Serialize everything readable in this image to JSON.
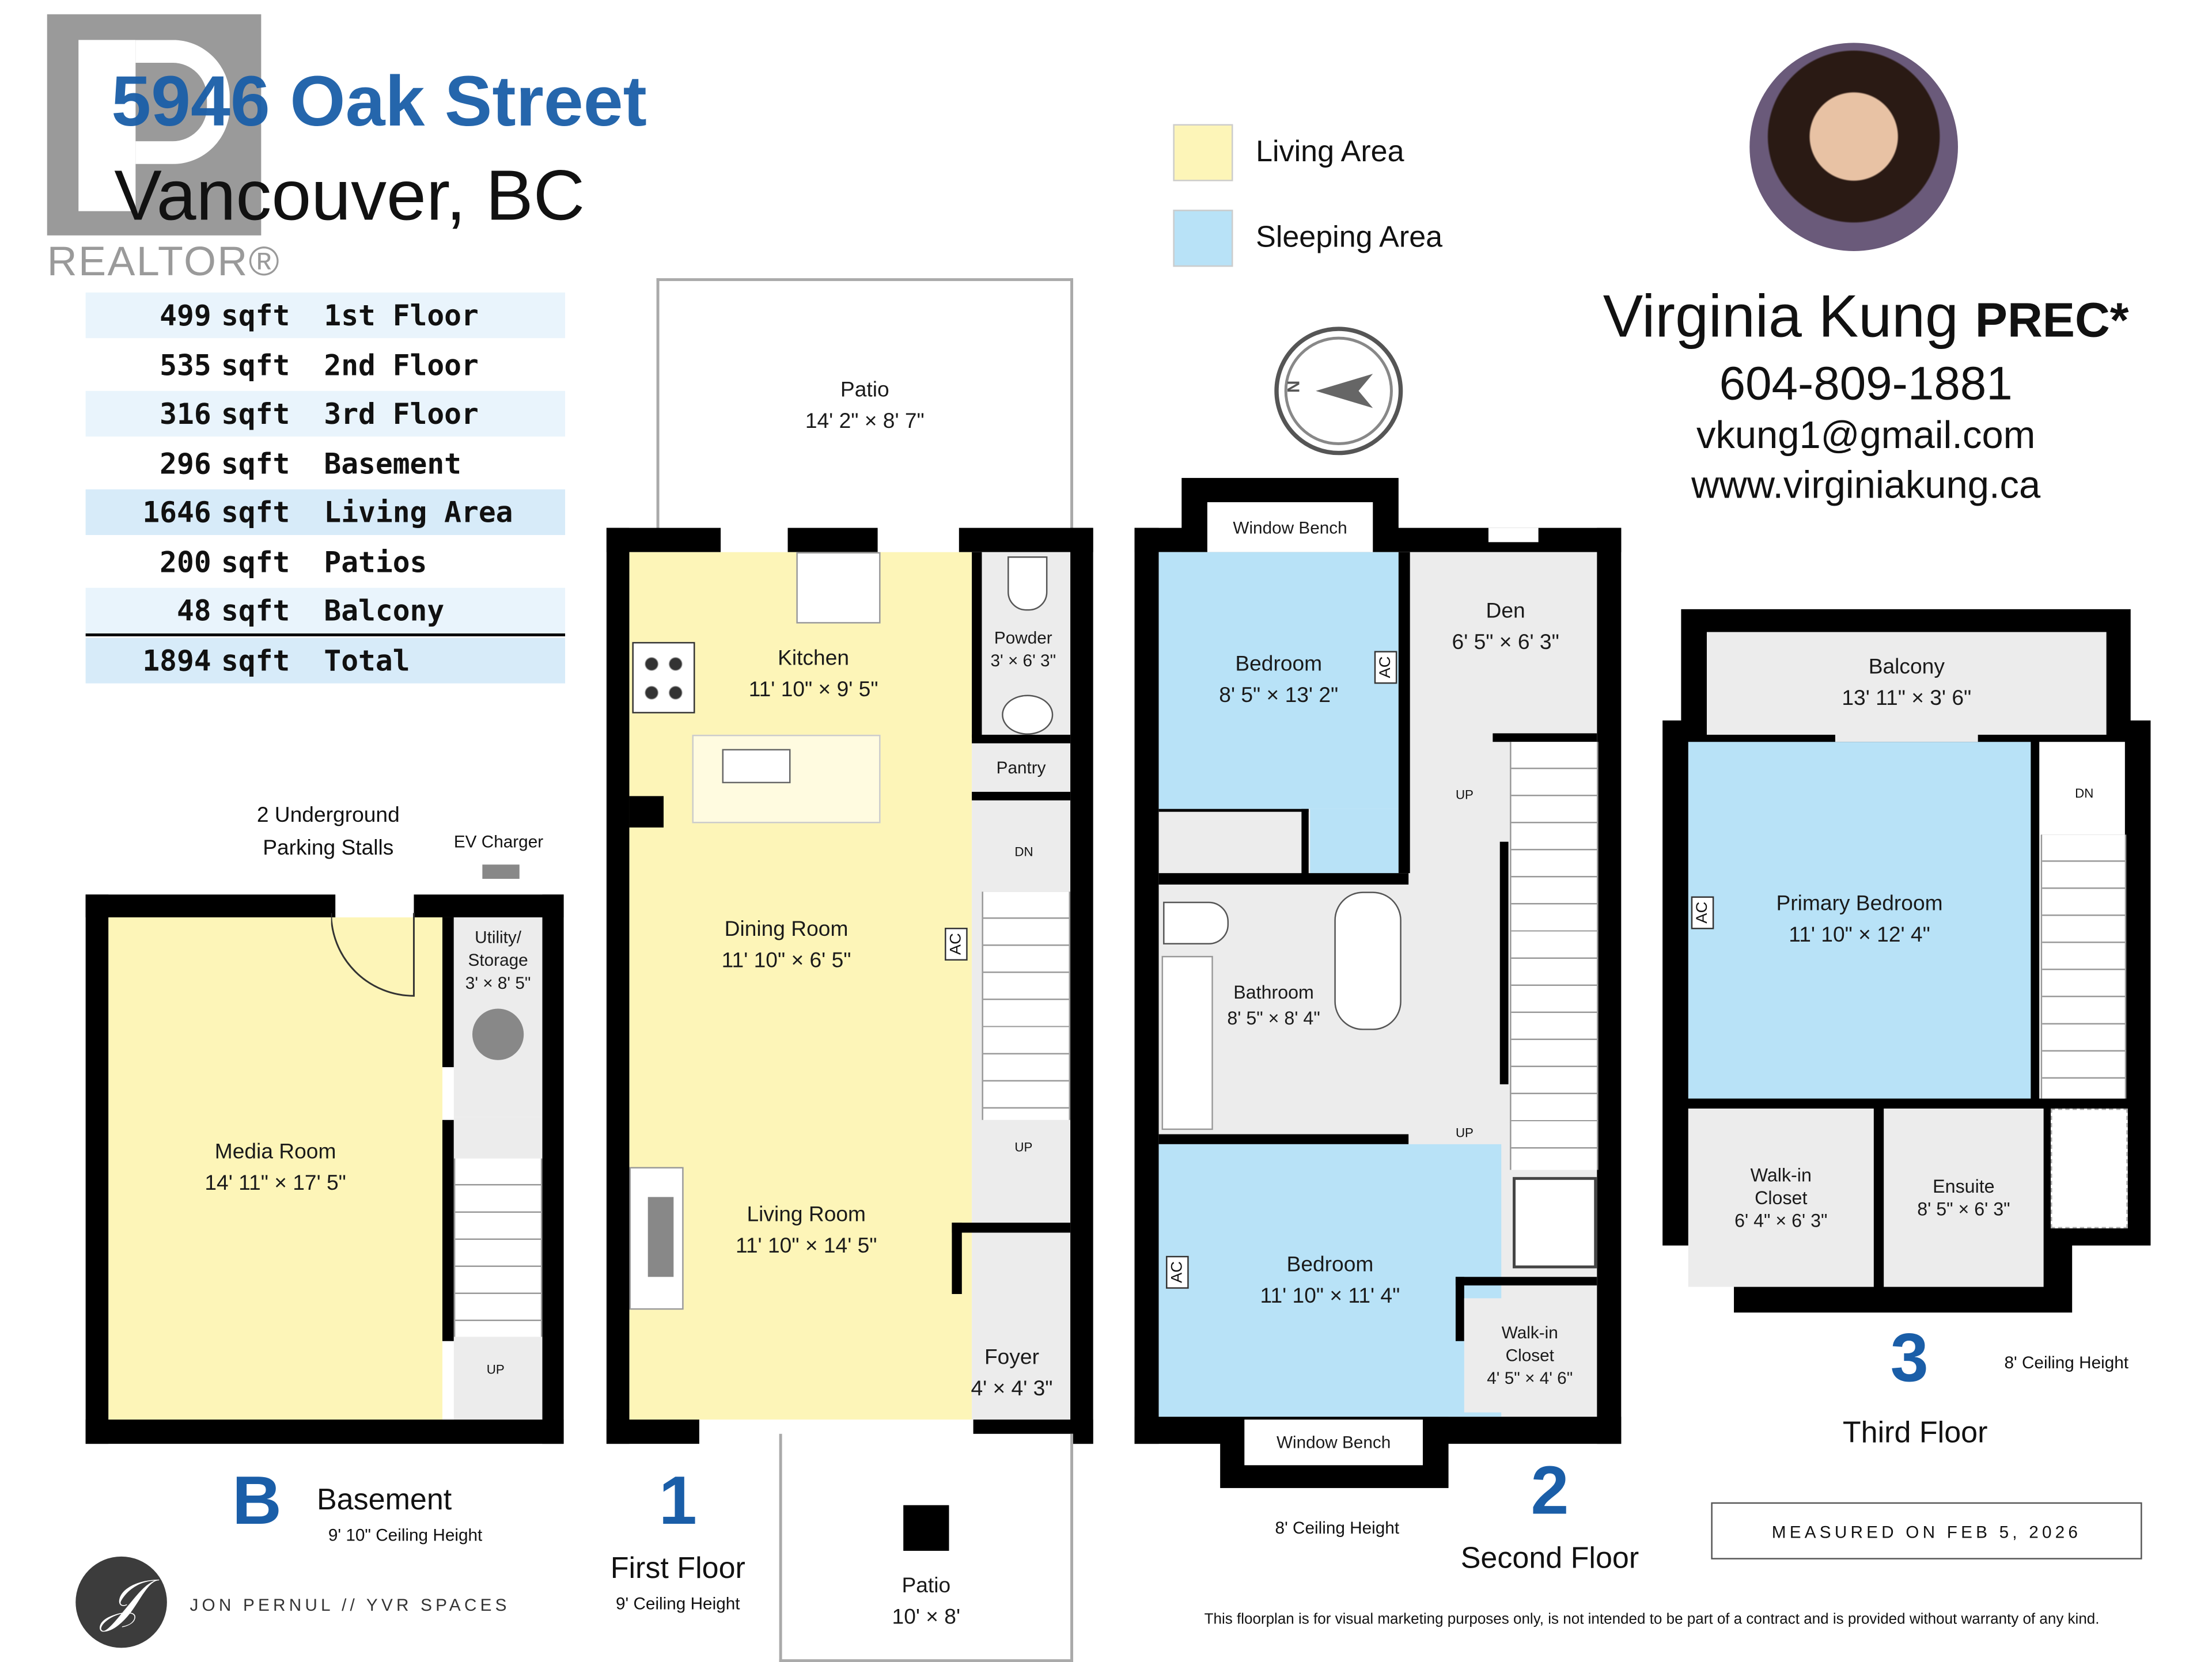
{
  "header": {
    "street": "5946 Oak Street",
    "city": "Vancouver, BC",
    "realtor_logo": "REALTOR®"
  },
  "area_table": [
    {
      "value": "499",
      "unit": "sqft",
      "label": "1st Floor"
    },
    {
      "value": "535",
      "unit": "sqft",
      "label": "2nd Floor"
    },
    {
      "value": "316",
      "unit": "sqft",
      "label": "3rd Floor"
    },
    {
      "value": "296",
      "unit": "sqft",
      "label": "Basement"
    },
    {
      "value": "1646",
      "unit": "sqft",
      "label": "Living Area"
    },
    {
      "value": "200",
      "unit": "sqft",
      "label": "Patios"
    },
    {
      "value": "48",
      "unit": "sqft",
      "label": "Balcony"
    },
    {
      "value": "1894",
      "unit": "sqft",
      "label": "Total"
    }
  ],
  "legend": {
    "living": {
      "label": "Living Area",
      "color": "#fdf5b8"
    },
    "sleeping": {
      "label": "Sleeping Area",
      "color": "#b8e2f7"
    }
  },
  "agent": {
    "name": "Virginia Kung",
    "designation": "PREC*",
    "phone": "604-809-1881",
    "email": "vkung1@gmail.com",
    "website": "www.virginiakung.ca"
  },
  "compass": {
    "label": "N"
  },
  "basement": {
    "number": "B",
    "name": "Basement",
    "ceiling": "9' 10\" Ceiling Height",
    "parking": "2 Underground Parking Stalls",
    "ev_charger": "EV Charger",
    "rooms": {
      "media": {
        "name": "Media Room",
        "dims": "14' 11\" × 17' 5\""
      },
      "utility": {
        "name": "Utility/ Storage",
        "dims": "3' × 8' 5\""
      }
    },
    "stairs_label": "UP"
  },
  "first_floor": {
    "number": "1",
    "name": "First Floor",
    "ceiling": "9' Ceiling Height",
    "rooms": {
      "patio_top": {
        "name": "Patio",
        "dims": "14' 2\" × 8' 7\""
      },
      "kitchen": {
        "name": "Kitchen",
        "dims": "11' 10\" × 9' 5\""
      },
      "powder": {
        "name": "Powder",
        "dims": "3' × 6' 3\""
      },
      "pantry": {
        "name": "Pantry"
      },
      "dining": {
        "name": "Dining Room",
        "dims": "11' 10\" × 6' 5\""
      },
      "living": {
        "name": "Living Room",
        "dims": "11' 10\" × 14' 5\""
      },
      "foyer": {
        "name": "Foyer",
        "dims": "4' × 4' 3\""
      },
      "patio_bottom": {
        "name": "Patio",
        "dims": "10' × 8'"
      }
    },
    "ac": "AC",
    "stairs_dn": "DN",
    "stairs_up": "UP"
  },
  "second_floor": {
    "number": "2",
    "name": "Second Floor",
    "ceiling": "8' Ceiling Height",
    "rooms": {
      "window_bench_top": {
        "name": "Window Bench"
      },
      "bedroom1": {
        "name": "Bedroom",
        "dims": "8' 5\" × 13' 2\""
      },
      "den": {
        "name": "Den",
        "dims": "6' 5\" × 6' 3\""
      },
      "bathroom": {
        "name": "Bathroom",
        "dims": "8' 5\" × 8' 4\""
      },
      "bedroom2": {
        "name": "Bedroom",
        "dims": "11' 10\" × 11' 4\""
      },
      "walkin": {
        "name": "Walk-in Closet",
        "dims": "4' 5\" × 4' 6\""
      },
      "window_bench_bottom": {
        "name": "Window Bench"
      }
    },
    "ac": "AC",
    "stairs_up": "UP"
  },
  "third_floor": {
    "number": "3",
    "name": "Third Floor",
    "ceiling": "8' Ceiling Height",
    "rooms": {
      "balcony": {
        "name": "Balcony",
        "dims": "13' 11\" × 3' 6\""
      },
      "primary": {
        "name": "Primary Bedroom",
        "dims": "11' 10\" × 12' 4\""
      },
      "walkin": {
        "name": "Walk-in Closet",
        "dims": "6' 4\" × 6' 3\""
      },
      "ensuite": {
        "name": "Ensuite",
        "dims": "8' 5\" × 6' 3\""
      }
    },
    "ac": "AC",
    "stairs_dn": "DN"
  },
  "footer": {
    "measured": "MEASURED ON FEB 5, 2026",
    "disclaimer": "This floorplan is for visual marketing purposes only, is not intended to be part of a contract and is provided without warranty of any kind.",
    "brand": "JON PERNUL // YVR SPACES"
  }
}
